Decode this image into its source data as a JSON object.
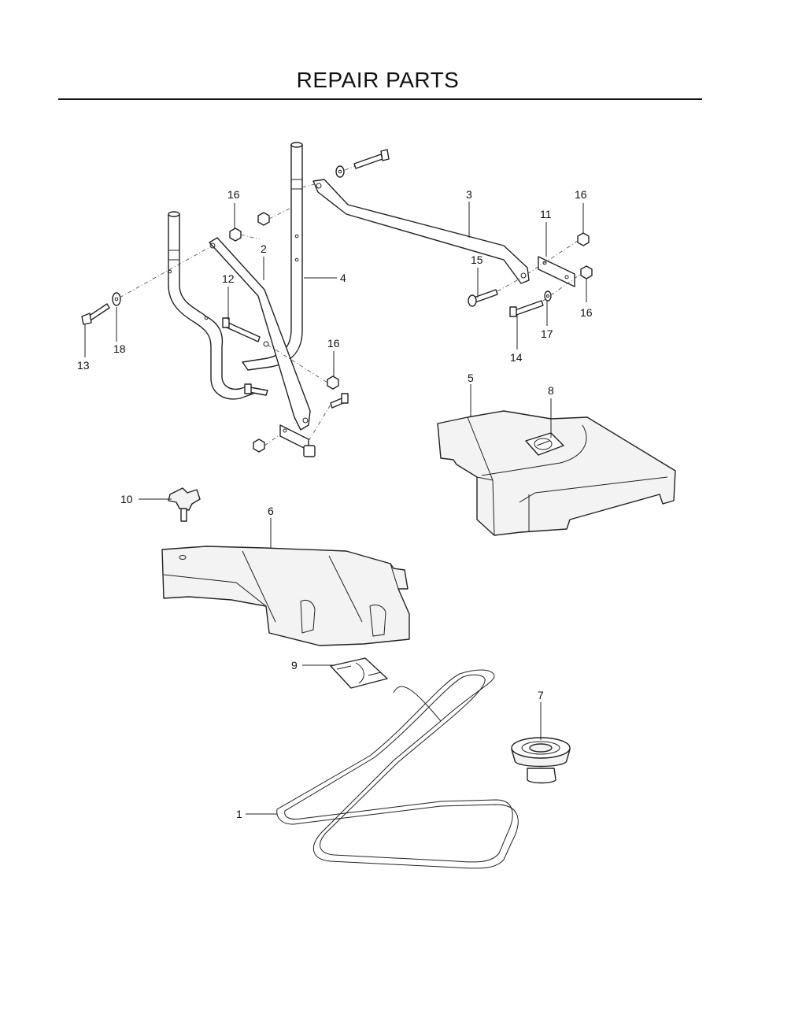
{
  "page": {
    "title": "REPAIR PARTS"
  },
  "callouts": [
    {
      "id": "c16a",
      "label": "16"
    },
    {
      "id": "c2",
      "label": "2"
    },
    {
      "id": "c12",
      "label": "12"
    },
    {
      "id": "c4",
      "label": "4"
    },
    {
      "id": "c18",
      "label": "18"
    },
    {
      "id": "c13",
      "label": "13"
    },
    {
      "id": "c16b",
      "label": "16"
    },
    {
      "id": "c3",
      "label": "3"
    },
    {
      "id": "c16c",
      "label": "16"
    },
    {
      "id": "c11",
      "label": "11"
    },
    {
      "id": "c15",
      "label": "15"
    },
    {
      "id": "c16d",
      "label": "16"
    },
    {
      "id": "c17",
      "label": "17"
    },
    {
      "id": "c14",
      "label": "14"
    },
    {
      "id": "c5",
      "label": "5"
    },
    {
      "id": "c8",
      "label": "8"
    },
    {
      "id": "c10",
      "label": "10"
    },
    {
      "id": "c6",
      "label": "6"
    },
    {
      "id": "c9",
      "label": "9"
    },
    {
      "id": "c7",
      "label": "7"
    },
    {
      "id": "c1",
      "label": "1"
    }
  ]
}
